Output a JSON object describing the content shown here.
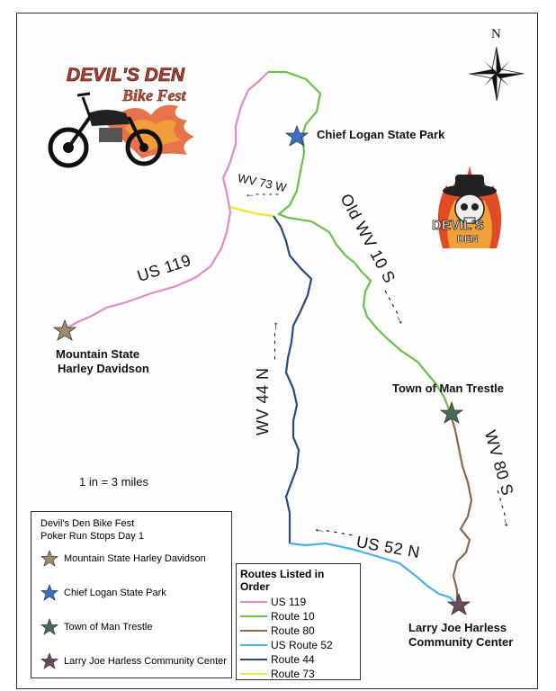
{
  "logo_main": {
    "line1": "DEVIL'S DEN",
    "line2": "Bike Fest"
  },
  "logo_skull": {
    "line1": "DEVIL'S",
    "line2": "DEN"
  },
  "compass": {
    "north": "N"
  },
  "scale": "1 in = 3 miles",
  "stops": {
    "chief_logan": "Chief Logan State Park",
    "mountain_state_1": "Mountain State",
    "mountain_state_2": "Harley Davidson",
    "town_of_man": "Town of Man Trestle",
    "larry_joe_1": "Larry Joe Harless",
    "larry_joe_2": "Community Center"
  },
  "road_labels": {
    "us119": "US 119",
    "wv73": "WV 73 W",
    "old_wv10": "Old WV 10 S",
    "wv44": "WV 44 N",
    "wv80": "WV 80 S",
    "us52": "US 52 N"
  },
  "legend": {
    "title1": "Devil's Den Bike Fest",
    "title2": "Poker Run Stops Day 1",
    "items": [
      {
        "label": "Mountain State Harley Davidson",
        "color": "#a08a6a"
      },
      {
        "label": "Chief Logan State Park",
        "color": "#3a6fc8"
      },
      {
        "label": "Town of Man Trestle",
        "color": "#4a6a55"
      },
      {
        "label": "Larry Joe Harless Community Center",
        "color": "#6a4a62"
      }
    ]
  },
  "routes": {
    "title": "Routes Listed in Order",
    "items": [
      {
        "label": "US 119",
        "color": "#e08ac8"
      },
      {
        "label": "Route 10",
        "color": "#6cc04a"
      },
      {
        "label": "Route 80",
        "color": "#8b6a48"
      },
      {
        "label": "US Route 52",
        "color": "#4ab0e8"
      },
      {
        "label": "Route 44",
        "color": "#2a4a7a"
      },
      {
        "label": "Route 73",
        "color": "#e8e84a"
      }
    ]
  }
}
